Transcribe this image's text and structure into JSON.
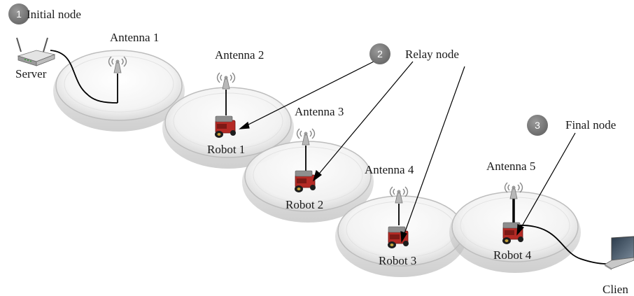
{
  "labels": {
    "initial_node": "Initial node",
    "relay_node": "Relay node",
    "final_node": "Final node",
    "server": "Server",
    "client": "Clien",
    "antennas": [
      "Antenna 1",
      "Antenna 2",
      "Antenna 3",
      "Antenna 4",
      "Antenna 5"
    ],
    "robots": [
      "Robot 1",
      "Robot 2",
      "Robot 3",
      "Robot 4"
    ]
  },
  "badges": [
    "1",
    "2",
    "3"
  ],
  "colors": {
    "badge": "#7a7a7a",
    "robot_body": "#b52a25",
    "cell_ring": "#c8c8c8",
    "line": "#000000"
  },
  "icons": {
    "server": "wireless-router-icon",
    "client": "laptop-icon",
    "antenna": "antenna-icon",
    "robot": "robot-icon"
  }
}
